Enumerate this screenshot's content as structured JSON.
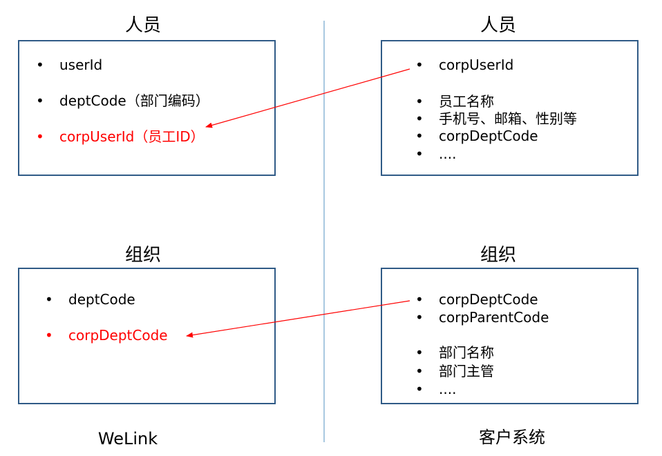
{
  "left": {
    "person_title": "人员",
    "person_items": [
      {
        "text": "userId",
        "color": "#000000"
      },
      {
        "text": "deptCode（部门编码）",
        "color": "#000000"
      },
      {
        "text": "corpUserId（员工ID）",
        "color": "#ff0000"
      }
    ],
    "org_title": "组织",
    "org_items": [
      {
        "text": "deptCode",
        "color": "#000000"
      },
      {
        "text": "corpDeptCode",
        "color": "#ff0000"
      }
    ],
    "footer": "WeLink"
  },
  "right": {
    "person_title": "人员",
    "person_items": [
      {
        "text": "corpUserId"
      },
      {
        "text": "员工名称"
      },
      {
        "text": "手机号、邮箱、性别等"
      },
      {
        "text": "corpDeptCode"
      },
      {
        "text": "...."
      }
    ],
    "org_title": "组织",
    "org_items": [
      {
        "text": "corpDeptCode"
      },
      {
        "text": "corpParentCode"
      },
      {
        "text": "部门名称"
      },
      {
        "text": "部门主管"
      },
      {
        "text": "...."
      }
    ],
    "footer": "客户系统"
  },
  "colors": {
    "box_border": "#2f5a86",
    "divider": "#a8c8e0",
    "arrow": "#ff0000",
    "highlight": "#ff0000"
  },
  "bullet_symbol": "•"
}
